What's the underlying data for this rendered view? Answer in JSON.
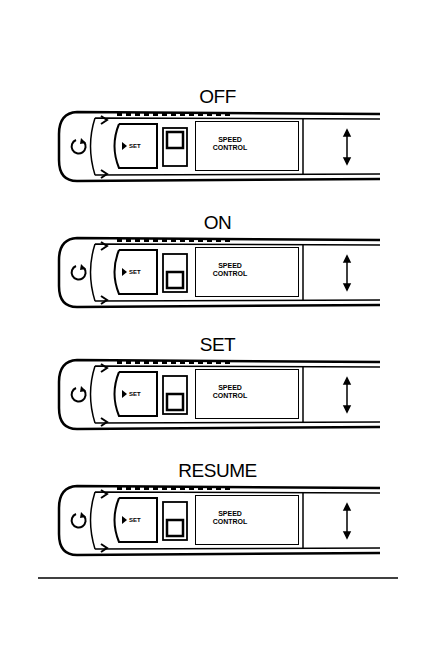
{
  "diagram": {
    "nodes": [
      {
        "text": [
          "OFF"
        ]
      },
      {
        "text": [
          "SET"
        ],
        "in": 0
      },
      {
        "text": [
          "SPEED CONTROL"
        ],
        "in": 0
      },
      {
        "text": [
          "ON"
        ]
      },
      {
        "text": [
          "SET"
        ],
        "in": 3
      },
      {
        "text": [
          "SPEED CONTROL"
        ],
        "in": 3
      },
      {
        "text": [
          "SET"
        ]
      },
      {
        "text": [
          "SET"
        ],
        "in": 6
      },
      {
        "text": [
          "SPEED CONTROL"
        ],
        "in": 6
      },
      {
        "text": [
          "RESUME"
        ]
      },
      {
        "text": [
          "SET"
        ],
        "in": 9
      },
      {
        "text": [
          "SPEED CONTROL"
        ],
        "in": 9
      }
    ]
  }
}
